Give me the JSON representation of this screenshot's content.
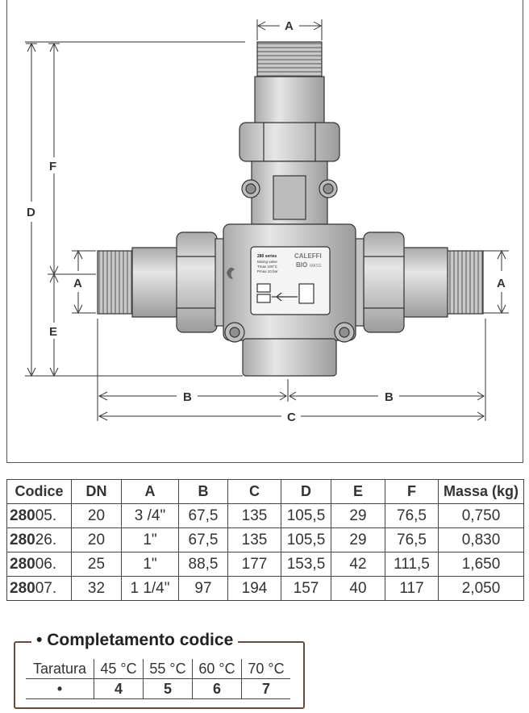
{
  "drawing": {
    "dims": {
      "a_top": "A",
      "a_left": "A",
      "a_right": "A",
      "b_left": "B",
      "b_right": "B",
      "c": "C",
      "d": "D",
      "e": "E",
      "f": "F"
    },
    "plate": {
      "series": "280 series",
      "line2": "Mixing valve",
      "line3": "Tmax 100°C",
      "line4": "Pmax 10 bar",
      "brand": "CALEFFI",
      "brand2": "BIO",
      "brand3": "MASS"
    }
  },
  "table": {
    "headers": [
      "Codice",
      "DN",
      "A",
      "B",
      "C",
      "D",
      "E",
      "F",
      "Massa (kg)"
    ],
    "rows": [
      {
        "code_bold": "280",
        "code_rest": "05.",
        "dn": "20",
        "a": "3 /4\"",
        "b": "67,5",
        "c": "135",
        "d": "105,5",
        "e": "29",
        "f": "76,5",
        "mass": "0,750"
      },
      {
        "code_bold": "280",
        "code_rest": "26.",
        "dn": "20",
        "a": "1\"",
        "b": "67,5",
        "c": "135",
        "d": "105,5",
        "e": "29",
        "f": "76,5",
        "mass": "0,830"
      },
      {
        "code_bold": "280",
        "code_rest": "06.",
        "dn": "25",
        "a": "1\"",
        "b": "88,5",
        "c": "177",
        "d": "153,5",
        "e": "42",
        "f": "111,5",
        "mass": "1,650"
      },
      {
        "code_bold": "280",
        "code_rest": "07.",
        "dn": "32",
        "a": "1 1/4\"",
        "b": "97",
        "c": "194",
        "d": "157",
        "e": "40",
        "f": "117",
        "mass": "2,050"
      }
    ]
  },
  "completion": {
    "title": "Completamento codice",
    "bullet": "•",
    "header": [
      "Taratura",
      "45 °C",
      "55 °C",
      "60 °C",
      "70 °C"
    ],
    "values": [
      "•",
      "4",
      "5",
      "6",
      "7"
    ]
  },
  "colors": {
    "line": "#333333",
    "valve_fill": "#cfcfcf",
    "valve_dark": "#9a9a9a",
    "frame_brown": "#6b4a3a"
  }
}
